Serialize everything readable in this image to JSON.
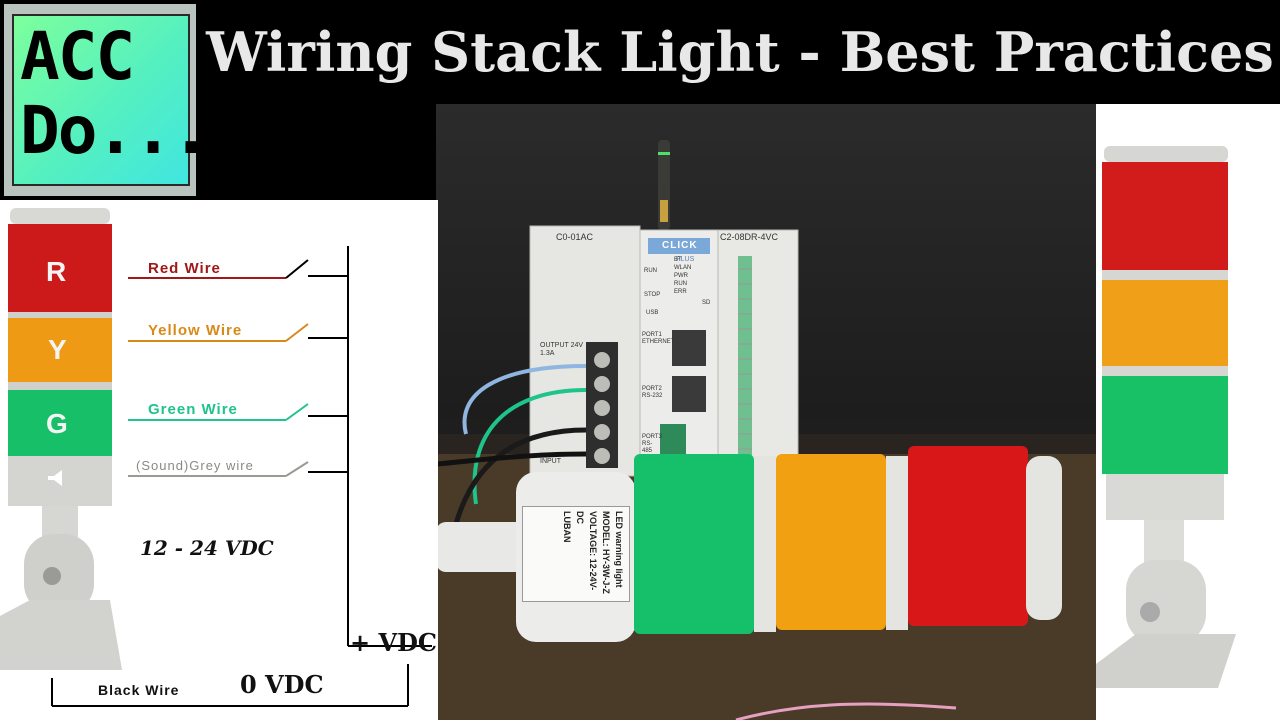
{
  "title": "Wiring Stack Light - Best Practices",
  "logo": {
    "line1": "ACC",
    "line2": "Do..."
  },
  "stack_letters": {
    "red": "R",
    "yellow": "Y",
    "green": "G"
  },
  "wires": {
    "red": "Red Wire",
    "yellow": "Yellow Wire",
    "green": "Green Wire",
    "grey": "(Sound)Grey wire",
    "black": "Black Wire"
  },
  "voltage_range": "12 - 24 VDC",
  "plus_vdc": "+ VDC",
  "zero_vdc": "0 VDC",
  "device": {
    "psu_label": "C0-01AC",
    "plc_brand": "CLICK",
    "plc_brand_sub": "PLUS",
    "io_module": "C2-08DR-4VC",
    "psu_output": "OUTPUT 24V 1.3A",
    "psu_input": "INPUT",
    "port1": "PORT1 ETHERNET",
    "port2": "PORT2 RS-232",
    "port3": "PORT3 RS-485",
    "mode_run": "RUN",
    "mode_stop": "STOP",
    "leds": [
      "BT",
      "WLAN",
      "PWR",
      "RUN",
      "ERR"
    ],
    "usb": "USB",
    "sd": "SD"
  },
  "light_label": {
    "line1": "LED warning light",
    "line2": "MODEL: HY-3W-J-Z",
    "line3": "VOLTAGE: 12-24V-DC",
    "line4": "LUBAN"
  },
  "colors": {
    "red": "#d01818",
    "yellow": "#f09a10",
    "green": "#16c06a",
    "grey": "#c8c8c4",
    "wire_red": "#a01818",
    "wire_yellow": "#d88a18",
    "wire_green": "#1ec48a",
    "wire_grey": "#9a9a94"
  }
}
